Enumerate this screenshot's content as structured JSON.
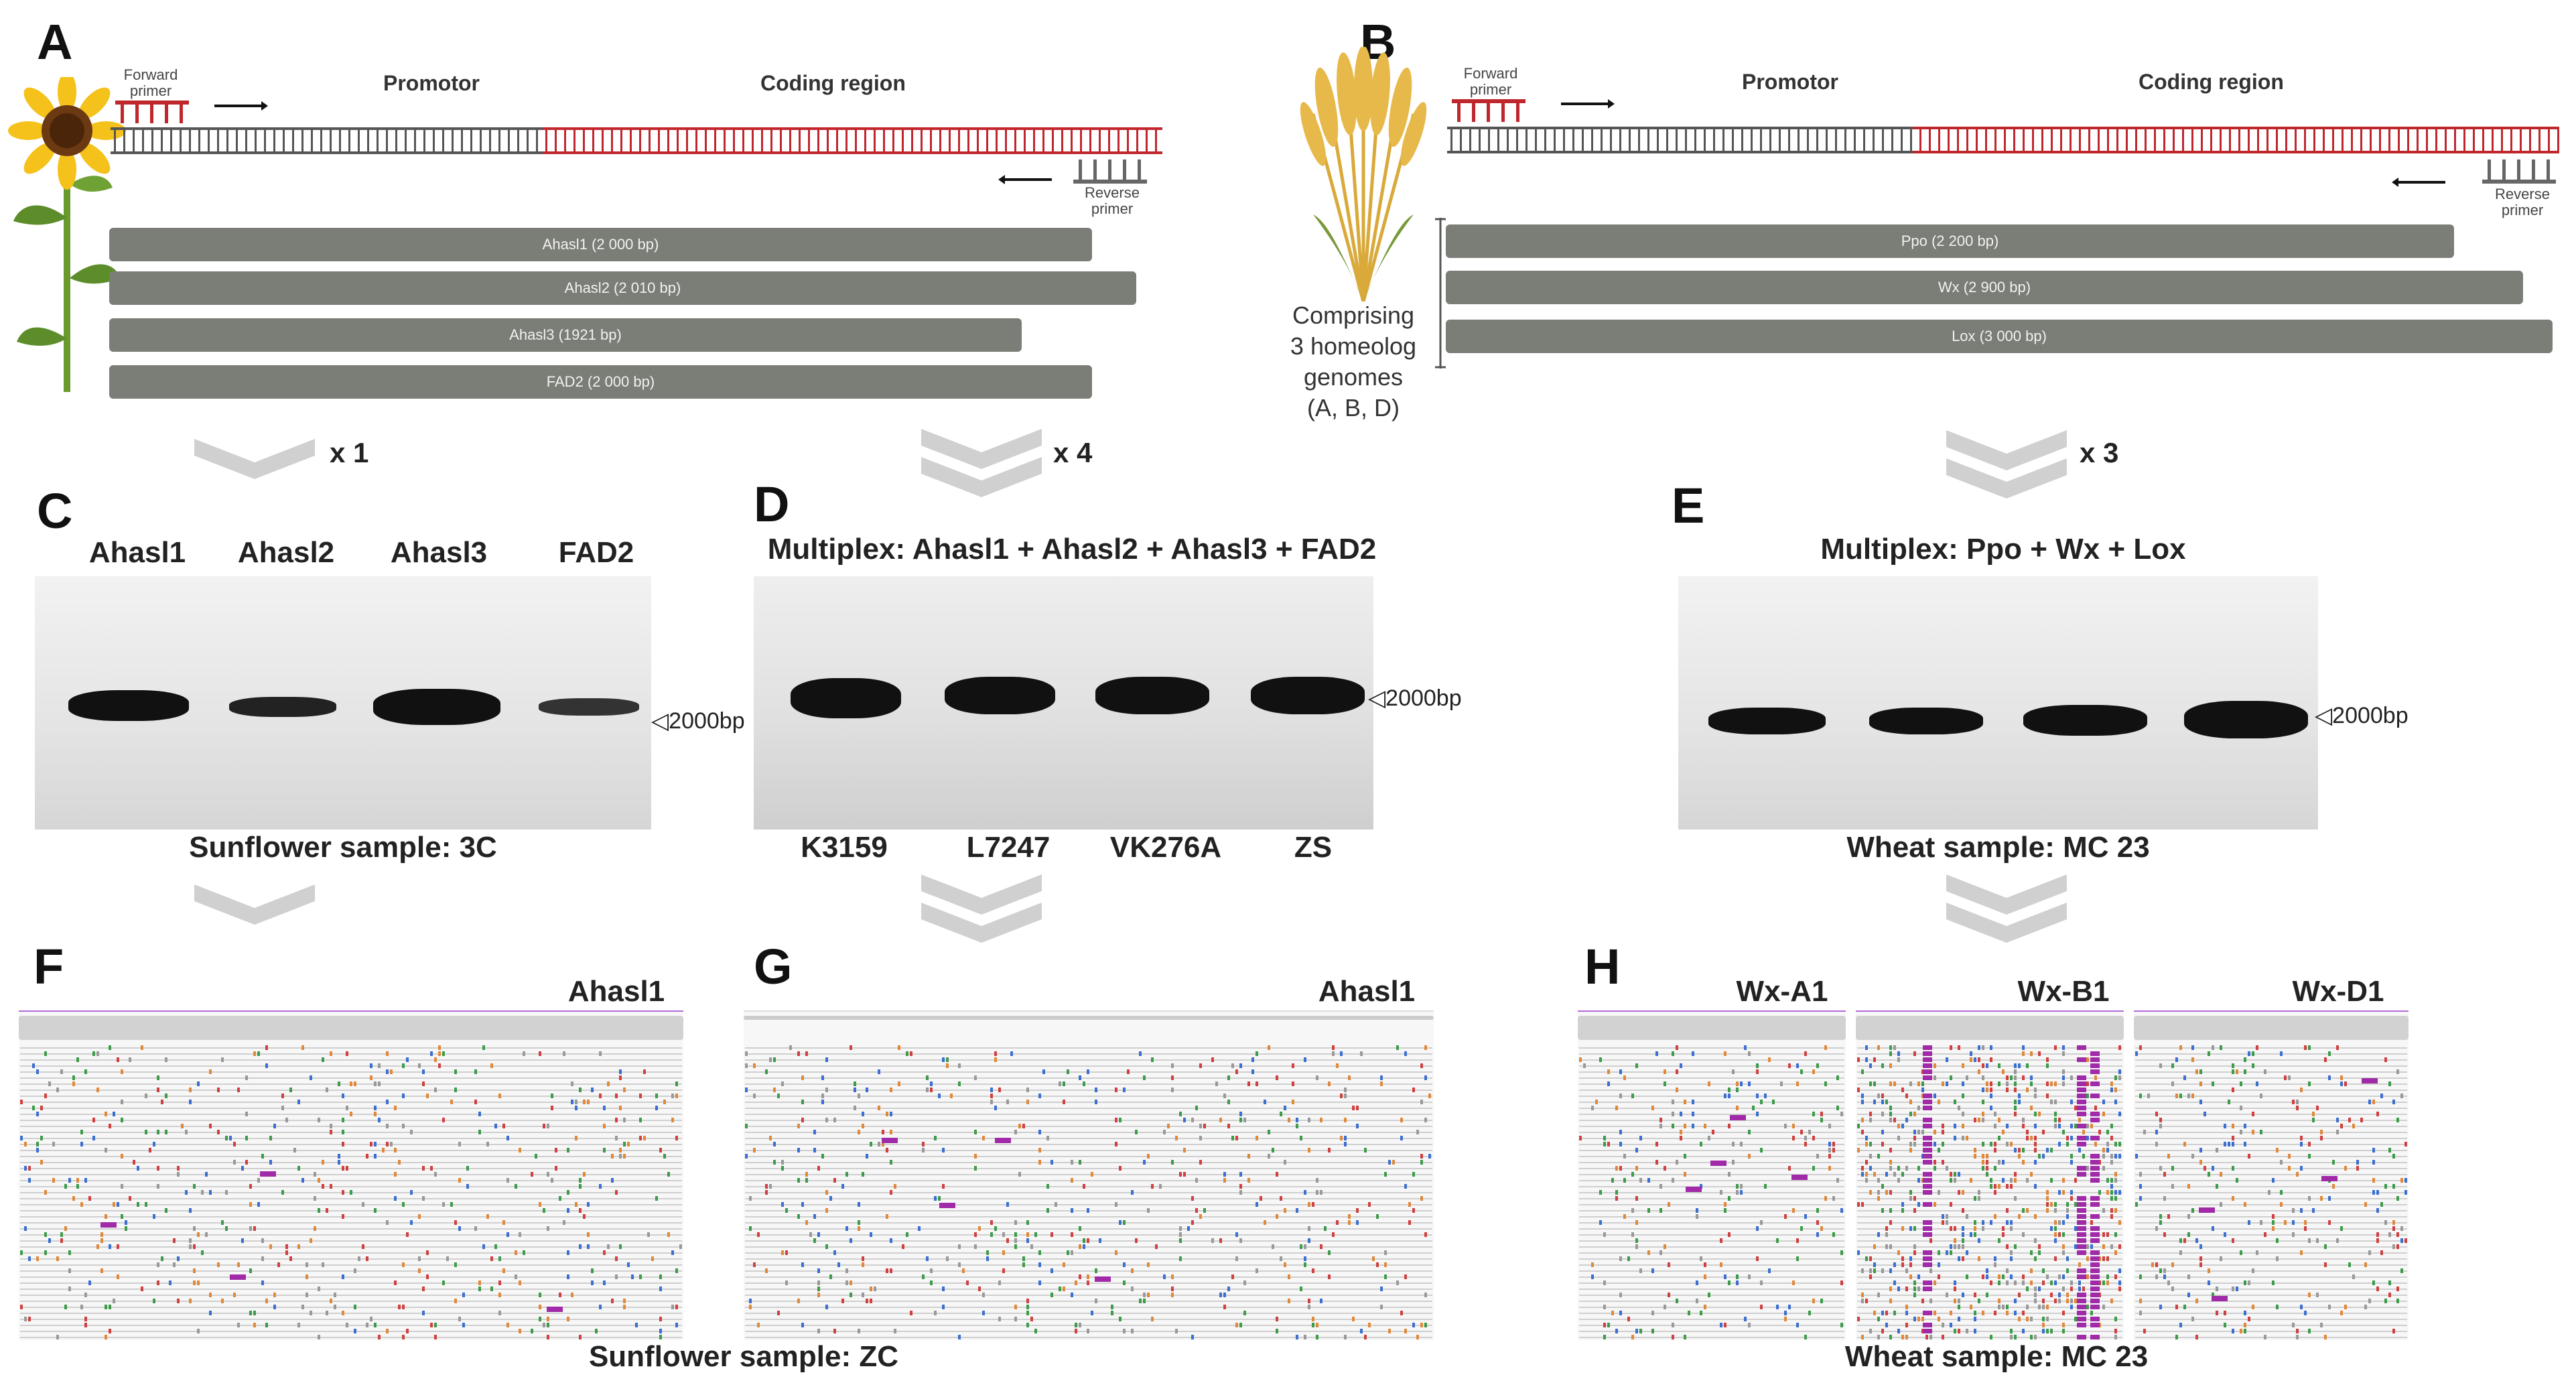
{
  "panels": {
    "A": {
      "label": "A",
      "forward_primer": "Forward\nprimer",
      "reverse_primer": "Reverse\nprimer",
      "promotor": "Promotor",
      "coding": "Coding region",
      "amplicons": [
        "Ahasl1 (2 000 bp)",
        "Ahasl2  (2 010 bp)",
        "Ahasl3 (1921 bp)",
        "FAD2 (2 000 bp)"
      ]
    },
    "B": {
      "label": "B",
      "forward_primer": "Forward\nprimer",
      "reverse_primer": "Reverse\nprimer",
      "promotor": "Promotor",
      "coding": "Coding region",
      "note": "Comprising\n3 homeolog\ngenomes\n(A, B,  D)",
      "amplicons": [
        "Ppo (2 200 bp)",
        "Wx (2 900 bp)",
        "Lox (3 000 bp)"
      ]
    },
    "multipliers": [
      "x 1",
      "x 4",
      "x 3"
    ],
    "C": {
      "label": "C",
      "lanes": [
        "Ahasl1",
        "Ahasl2",
        "Ahasl3",
        "FAD2"
      ],
      "marker": "2000bp",
      "caption": "Sunflower sample: 3C"
    },
    "D": {
      "label": "D",
      "title": "Multiplex: Ahasl1 + Ahasl2 + Ahasl3 + FAD2",
      "marker": "2000bp",
      "lanes": [
        "K3159",
        "L7247",
        "VK276A",
        "ZS"
      ]
    },
    "E": {
      "label": "E",
      "title": "Multiplex: Ppo + Wx + Lox",
      "marker": "2000bp",
      "caption": "Wheat sample: MC 23"
    },
    "F": {
      "label": "F",
      "gene": "Ahasl1"
    },
    "G": {
      "label": "G",
      "gene": "Ahasl1",
      "caption": "Sunflower sample: ZC"
    },
    "H": {
      "label": "H",
      "genes": [
        "Wx-A1",
        "Wx-B1",
        "Wx-D1"
      ],
      "caption": "Wheat sample: MC 23"
    }
  },
  "colors": {
    "primer_red": "#c0272d",
    "dna_gray": "#555555",
    "amplicon": "#7b7e76",
    "chevron": "#d0d0d0",
    "track_purple": "#b36bd6"
  }
}
